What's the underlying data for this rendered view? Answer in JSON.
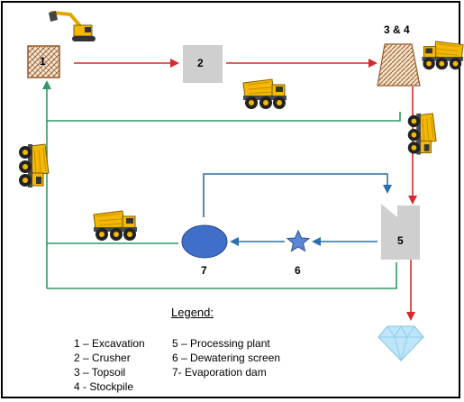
{
  "nodes": {
    "n1": "1",
    "n2": "2",
    "n34": "3 & 4",
    "n5": "5",
    "n6": "6",
    "n7": "7"
  },
  "legend": {
    "title": "Legend:",
    "col1": [
      "1 – Excavation",
      "2 – Crusher",
      "3 – Topsoil",
      "4 - Stockpile"
    ],
    "col2": [
      "5 – Processing plant",
      "6 – Dewatering screen",
      "7- Evaporation dam"
    ]
  },
  "colors": {
    "red_arrow": "#d62b2b",
    "green_line": "#2e9a62",
    "blue_line": "#2b6fad",
    "dam_fill": "#3f6fc9",
    "block_gray": "#cfcfcf",
    "truck_yellow": "#f5b800",
    "hatch_brown": "#9a5a2a",
    "diamond": "#bfe6f8"
  },
  "icons": [
    "excavator-icon",
    "dump-truck-icon",
    "diamond-icon",
    "star-icon"
  ]
}
